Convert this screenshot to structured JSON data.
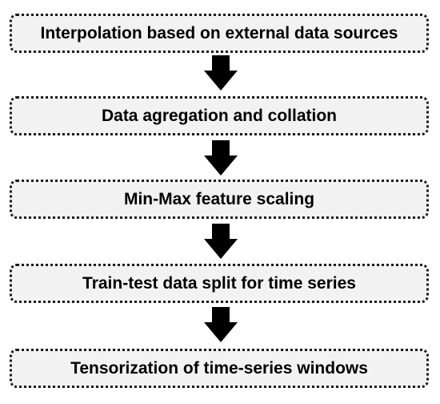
{
  "diagram": {
    "steps": [
      {
        "label": "Interpolation based on external data sources"
      },
      {
        "label": "Data agregation and collation"
      },
      {
        "label": "Min-Max feature scaling"
      },
      {
        "label": "Train-test data split for time series"
      },
      {
        "label": "Tensorization of time-series windows"
      }
    ],
    "colors": {
      "box_fill": "#f2f2f2",
      "box_border": "#1a1a1a",
      "arrow": "#000000",
      "text": "#000000"
    },
    "arrow_icon": "arrow-down-icon"
  }
}
